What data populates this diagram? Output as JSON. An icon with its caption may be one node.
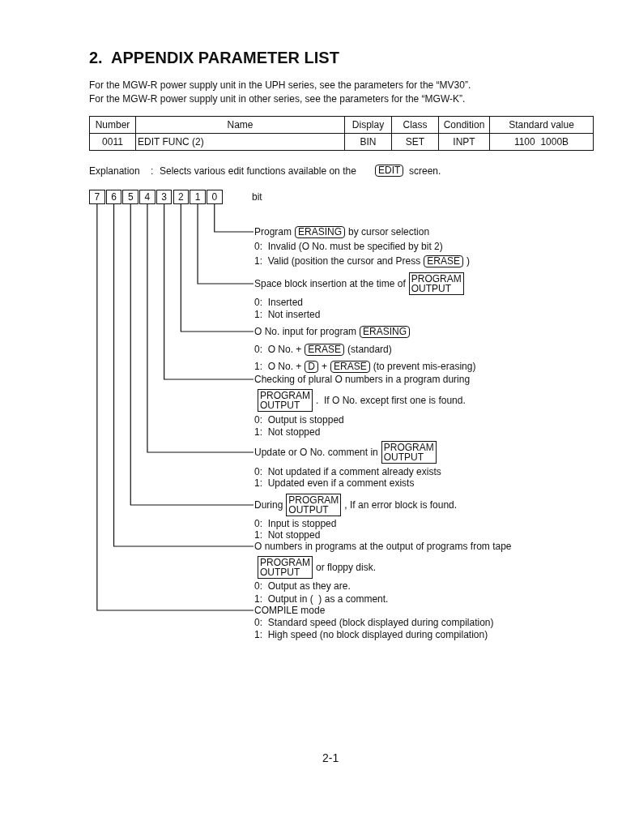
{
  "diagram": {
    "title": "2.  APPENDIX PARAMETER LIST",
    "nodes": [
      {
        "text": [
          "EDIT"
        ]
      },
      {
        "text": [
          "7"
        ]
      },
      {
        "text": [
          "6"
        ]
      },
      {
        "text": [
          "5"
        ]
      },
      {
        "text": [
          "4"
        ]
      },
      {
        "text": [
          "3"
        ]
      },
      {
        "text": [
          "2"
        ]
      },
      {
        "text": [
          "1"
        ]
      },
      {
        "text": [
          "0"
        ]
      },
      {
        "text": [
          "Program",
          "by cursor selection",
          "0:  Invalid (O No. must be specified by bit 2)",
          "1:  Valid (position the cursor and Press",
          ")"
        ]
      },
      {
        "text": [
          "ERASING"
        ],
        "in": 9
      },
      {
        "text": [
          "ERASE"
        ],
        "in": 9
      },
      {
        "text": [
          "Space block insertion at the time of",
          "0:  Inserted",
          "1:  Not inserted"
        ]
      },
      {
        "text": [
          "PROGRAM OUTPUT"
        ],
        "in": 12
      },
      {
        "text": [
          "O No. input for program",
          "0:  O No. +",
          "(standard)",
          "1:  O No. +",
          "+",
          "(to prevent mis-erasing)"
        ]
      },
      {
        "text": [
          "ERASING"
        ],
        "in": 14
      },
      {
        "text": [
          "ERASE"
        ],
        "in": 14
      },
      {
        "text": [
          "D"
        ],
        "in": 14
      },
      {
        "text": [
          "ERASE"
        ],
        "in": 14
      },
      {
        "text": [
          "Checking of plural O numbers in a program during",
          ".  If O No. except first one is found.",
          "0:  Output is stopped",
          "1:  Not stopped"
        ]
      },
      {
        "text": [
          "PROGRAM OUTPUT"
        ],
        "in": 19
      },
      {
        "text": [
          "Update or O No. comment in",
          "0:  Not updated if a comment already exists",
          "1:  Updated even if a comment exists"
        ]
      },
      {
        "text": [
          "PROGRAM OUTPUT"
        ],
        "in": 21
      },
      {
        "text": [
          "During",
          ", If an error block is found.",
          "0:  Input is stopped",
          "1:  Not stopped"
        ]
      },
      {
        "text": [
          "PROGRAM OUTPUT"
        ],
        "in": 23
      },
      {
        "text": [
          "O numbers in programs at the output of programs from tape",
          "or floppy disk.",
          "0:  Output as they are.",
          "1:  Output in (  ) as a comment."
        ]
      },
      {
        "text": [
          "PROGRAM OUTPUT"
        ],
        "in": 25
      },
      {
        "text": [
          "COMPILE mode",
          "0:  Standard speed (block displayed during compilation)",
          "1:  High speed (no block displayed during compilation)"
        ]
      }
    ],
    "edges": [
      {
        "from": 8,
        "to": 9,
        "arrow": "none"
      },
      {
        "from": 7,
        "to": 12,
        "arrow": "none"
      },
      {
        "from": 6,
        "to": 14,
        "arrow": "none"
      },
      {
        "from": 5,
        "to": 19,
        "arrow": "none"
      },
      {
        "from": 4,
        "to": 21,
        "arrow": "none"
      },
      {
        "from": 3,
        "to": 23,
        "arrow": "none"
      },
      {
        "from": 2,
        "to": 25,
        "arrow": "none"
      },
      {
        "from": 1,
        "to": 27,
        "arrow": "none"
      }
    ],
    "labels": [
      "For the MGW-R power supply unit in the UPH series, see the parameters for the “MV30”.",
      "For the MGW-R power supply unit in other series, see the parameters for the “MGW-K”.",
      "Number",
      "Name",
      "Display",
      "Class",
      "Condition",
      "Standard value",
      "0011",
      "EDIT FUNC (2)",
      "BIN",
      "SET",
      "INPT",
      "1100  1000B",
      "Explanation",
      ":",
      "Selects various edit functions available on the",
      "screen.",
      "bit",
      "2-1"
    ]
  }
}
